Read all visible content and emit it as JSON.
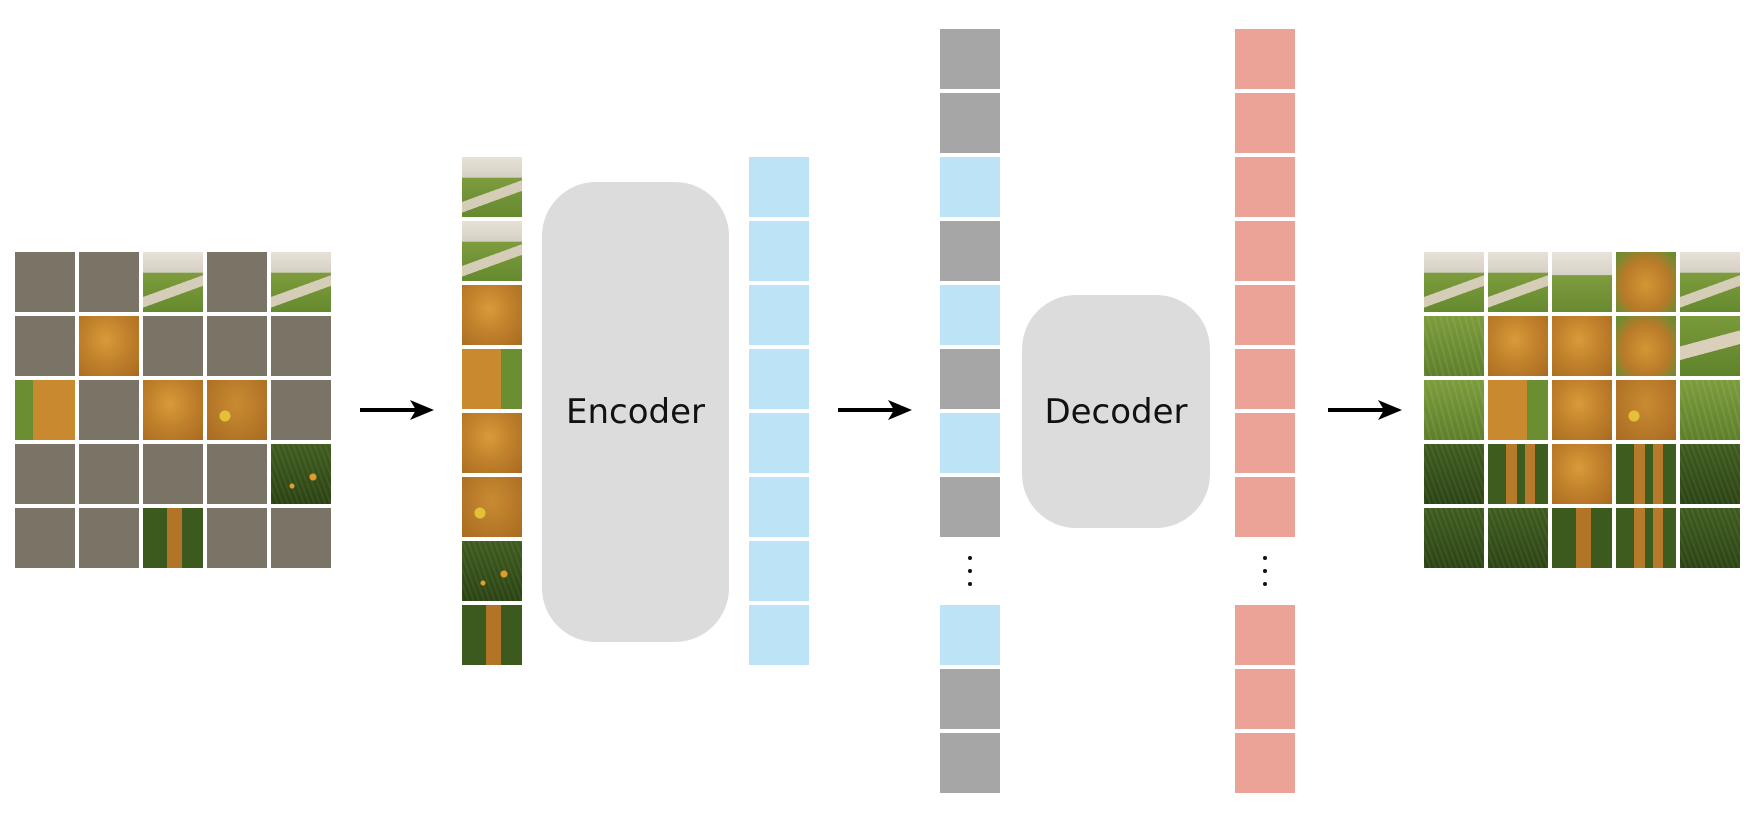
{
  "encoder": {
    "label": "Encoder"
  },
  "decoder": {
    "label": "Decoder"
  },
  "colors": {
    "masked_patch": "#7a7467",
    "mask_token": "#a6a6a6",
    "encoded_token": "#bde4f6",
    "decoder_output": "#eca397",
    "block_fill": "#dcdcdc",
    "arrow": "#000000"
  },
  "input_grid": {
    "rows": 5,
    "cols": 5,
    "cells": [
      "masked",
      "masked",
      "wall-path",
      "masked",
      "wall-path",
      "masked",
      "dog",
      "masked",
      "masked",
      "masked",
      "dog-edge-r",
      "masked",
      "dog",
      "dog-tag",
      "masked",
      "masked",
      "masked",
      "masked",
      "masked",
      "flower",
      "masked",
      "masked",
      "dog-leg-single",
      "masked",
      "masked"
    ]
  },
  "visible_patches": [
    "wall-path",
    "wall-path",
    "dog",
    "dog-edge-l",
    "dog",
    "dog-tag",
    "flower",
    "dog-leg-single"
  ],
  "encoder_tokens": {
    "count": 8
  },
  "decoder_input": {
    "sequence": [
      "mask",
      "mask",
      "token",
      "mask",
      "token",
      "mask",
      "token",
      "mask",
      "ellipsis",
      "token",
      "mask",
      "mask"
    ]
  },
  "decoder_output": {
    "sequence": [
      "out",
      "out",
      "out",
      "out",
      "out",
      "out",
      "out",
      "out",
      "ellipsis",
      "out",
      "out",
      "out"
    ]
  },
  "output_grid": {
    "rows": 5,
    "cols": 5,
    "cells": [
      "wall-path",
      "wall-path",
      "wall",
      "dog-head",
      "wall-path",
      "grass-light",
      "dog",
      "dog",
      "dog-head",
      "path",
      "grass-light",
      "dog-edge-l",
      "dog",
      "dog-tag",
      "grass-light",
      "grass-dark",
      "dog-legs",
      "dog",
      "dog-legs",
      "grass-dark",
      "grass-dark",
      "grass-dark",
      "dog-leg-single",
      "dog-legs",
      "grass-dark"
    ]
  },
  "arrows": {
    "count": 3
  }
}
